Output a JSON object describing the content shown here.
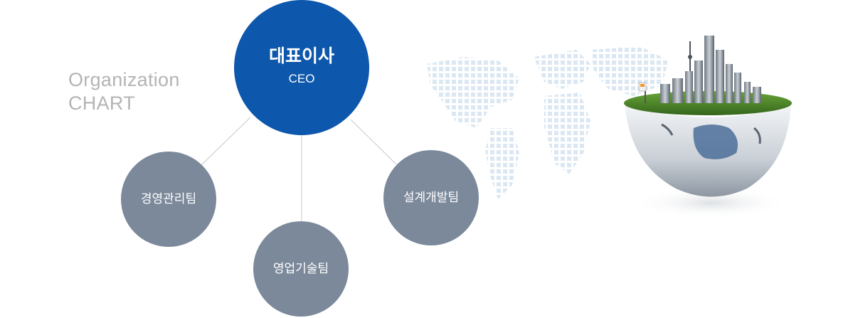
{
  "heading": {
    "line1": "Organization",
    "line2": "CHART"
  },
  "ceo": {
    "title": "대표이사",
    "subtitle": "CEO"
  },
  "teams": [
    {
      "label": "경영관리팀"
    },
    {
      "label": "영업기술팀"
    },
    {
      "label": "설계개발팀"
    }
  ],
  "colors": {
    "ceo_circle": "#0d57ac",
    "team_circle": "#7b899b",
    "connector": "#c8c8c8",
    "heading_text": "#b4b4b4"
  },
  "icons": [
    "world-map-dots-icon",
    "globe-city-icon"
  ]
}
